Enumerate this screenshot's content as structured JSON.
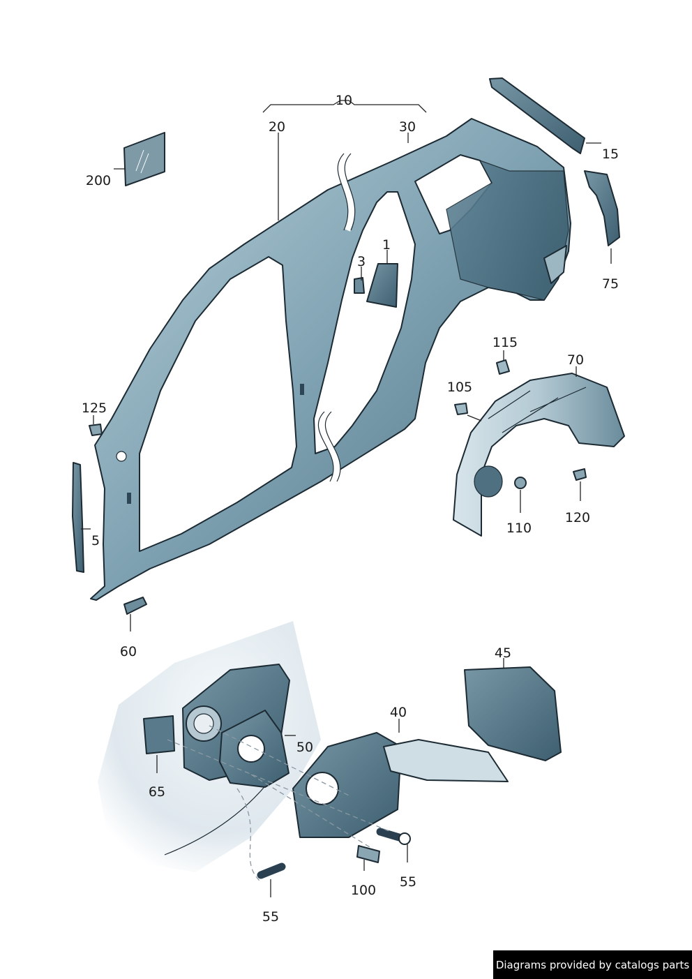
{
  "diagram": {
    "callouts": [
      {
        "id": "c10",
        "text": "10"
      },
      {
        "id": "c20",
        "text": "20"
      },
      {
        "id": "c30",
        "text": "30"
      },
      {
        "id": "c15",
        "text": "15"
      },
      {
        "id": "c200",
        "text": "200"
      },
      {
        "id": "c1",
        "text": "1"
      },
      {
        "id": "c3",
        "text": "3"
      },
      {
        "id": "c75",
        "text": "75"
      },
      {
        "id": "c115",
        "text": "115"
      },
      {
        "id": "c70",
        "text": "70"
      },
      {
        "id": "c105",
        "text": "105"
      },
      {
        "id": "c125",
        "text": "125"
      },
      {
        "id": "c5",
        "text": "5"
      },
      {
        "id": "c110",
        "text": "110"
      },
      {
        "id": "c120",
        "text": "120"
      },
      {
        "id": "c60",
        "text": "60"
      },
      {
        "id": "c45",
        "text": "45"
      },
      {
        "id": "c40",
        "text": "40"
      },
      {
        "id": "c50",
        "text": "50"
      },
      {
        "id": "c65",
        "text": "65"
      },
      {
        "id": "c55a",
        "text": "55"
      },
      {
        "id": "c100",
        "text": "100"
      },
      {
        "id": "c55b",
        "text": "55"
      }
    ],
    "colors": {
      "panel_dark": "#4e7284",
      "panel_mid": "#8fb0bf",
      "panel_light": "#c9dbe3",
      "outline": "#1c2a33",
      "fender_bg": "#dce6ec"
    }
  },
  "footer": {
    "credit": "Diagrams provided by catalogs parts"
  }
}
